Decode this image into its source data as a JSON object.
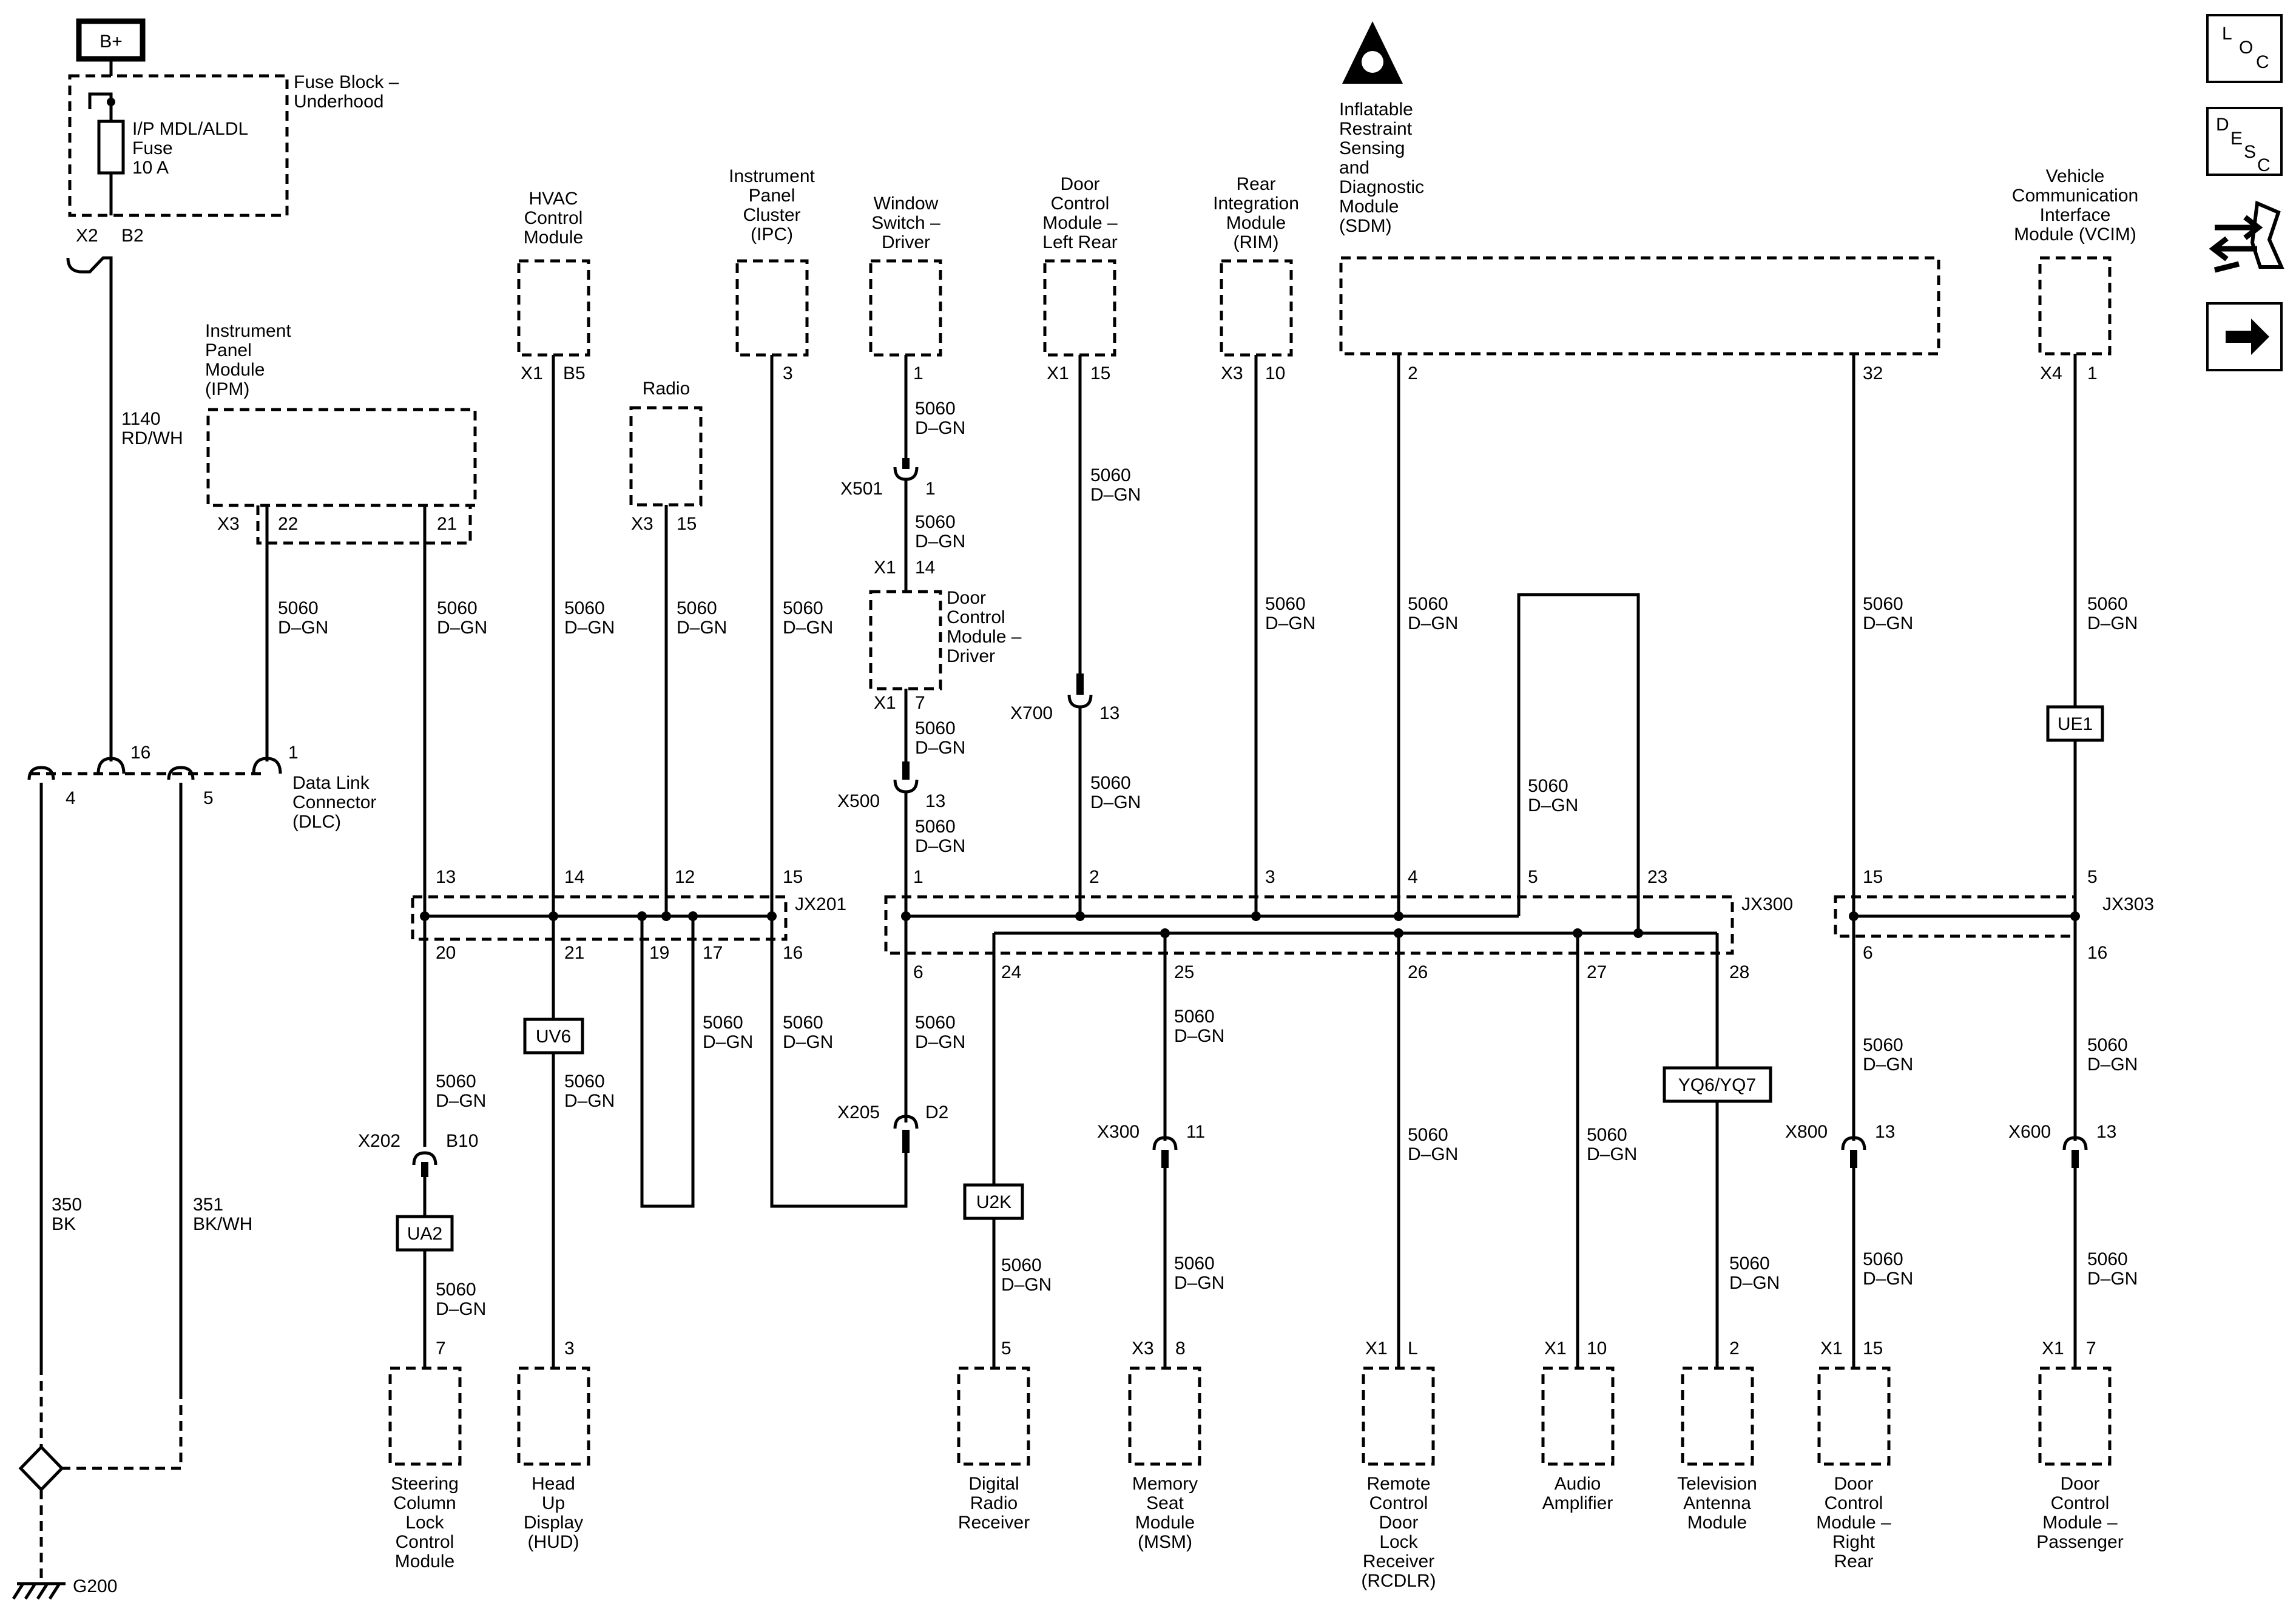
{
  "power": {
    "source": "B+"
  },
  "fuse_block": {
    "name": "Fuse Block – Underhood",
    "fuse_label": "I/P MDL/ALDL Fuse 10 A",
    "connector": "X2",
    "pin": "B2",
    "wire": "1140 RD/WH"
  },
  "wire_std": "5060 D–GN",
  "dlc": {
    "name": "Data Link Connector (DLC)",
    "pins": [
      "4",
      "16",
      "5",
      "1"
    ],
    "ground_wire_1": "350 BK",
    "ground_wire_2": "351 BK/WH",
    "ground": "G200"
  },
  "modules_top": [
    {
      "name": "Instrument Panel Module (IPM)",
      "connector": "X3",
      "pins": [
        "22",
        "21"
      ]
    },
    {
      "name": "HVAC Control Module",
      "connector": "X1",
      "pin": "B5"
    },
    {
      "name": "Radio",
      "connector": "X3",
      "pin": "15"
    },
    {
      "name": "Instrument Panel Cluster (IPC)",
      "pin": "3"
    },
    {
      "name": "Window Switch – Driver",
      "pin": "1"
    },
    {
      "name": "Door Control Module – Left Rear",
      "connector": "X1",
      "pin": "15"
    },
    {
      "name": "Rear Integration Module (RIM)",
      "connector": "X3",
      "pin": "10"
    },
    {
      "name": "Inflatable Restraint Sensing and Diagnostic Module (SDM)",
      "pins": [
        "2",
        "32"
      ]
    },
    {
      "name": "Vehicle Communication Interface Module (VCIM)",
      "connector": "X4",
      "pin": "1"
    }
  ],
  "dcm_driver": {
    "name": "Door Control Module – Driver",
    "connector_in": "X1",
    "pin_in": "14",
    "connector_out": "X1",
    "pin_out": "7"
  },
  "inline_connectors": [
    {
      "name": "X501",
      "pin": "1"
    },
    {
      "name": "X500",
      "pin": "13"
    },
    {
      "name": "X700",
      "pin": "13"
    },
    {
      "name": "X202",
      "pin": "B10"
    },
    {
      "name": "X205",
      "pin": "D2"
    },
    {
      "name": "X300",
      "pin": "11"
    },
    {
      "name": "X800",
      "pin": "13"
    },
    {
      "name": "X600",
      "pin": "13"
    }
  ],
  "junctions": {
    "jx201": {
      "name": "JX201",
      "top": [
        "13",
        "14",
        "12",
        "15"
      ],
      "bottom": [
        "20",
        "21",
        "19",
        "17",
        "16"
      ]
    },
    "jx300": {
      "name": "JX300",
      "top": [
        "1",
        "2",
        "3",
        "4",
        "5",
        "23"
      ],
      "bottom": [
        "6",
        "24",
        "25",
        "26",
        "27",
        "28"
      ]
    },
    "jx303": {
      "name": "JX303",
      "top": [
        "15",
        "5"
      ],
      "bottom": [
        "6",
        "16"
      ]
    }
  },
  "options": {
    "ua2": "UA2",
    "uv6": "UV6",
    "u2k": "U2K",
    "yq6": "YQ6/YQ7",
    "ue1": "UE1"
  },
  "modules_bottom": [
    {
      "name": "Steering Column Lock Control Module",
      "pin": "7"
    },
    {
      "name": "Head Up Display (HUD)",
      "pin": "3"
    },
    {
      "name": "Digital Radio Receiver",
      "pin": "5"
    },
    {
      "name": "Memory Seat Module (MSM)",
      "connector": "X3",
      "pin": "8"
    },
    {
      "name": "Remote Control Door Lock Receiver (RCDLR)",
      "connector": "X1",
      "pin": "L"
    },
    {
      "name": "Audio Amplifier",
      "connector": "X1",
      "pin": "10"
    },
    {
      "name": "Television Antenna Module",
      "pin": "2"
    },
    {
      "name": "Door Control Module – Right Rear",
      "connector": "X1",
      "pin": "15"
    },
    {
      "name": "Door Control Module – Passenger",
      "connector": "X1",
      "pin": "7"
    }
  ],
  "side_icons": {
    "loc": "LOC",
    "desc": "DESC"
  }
}
